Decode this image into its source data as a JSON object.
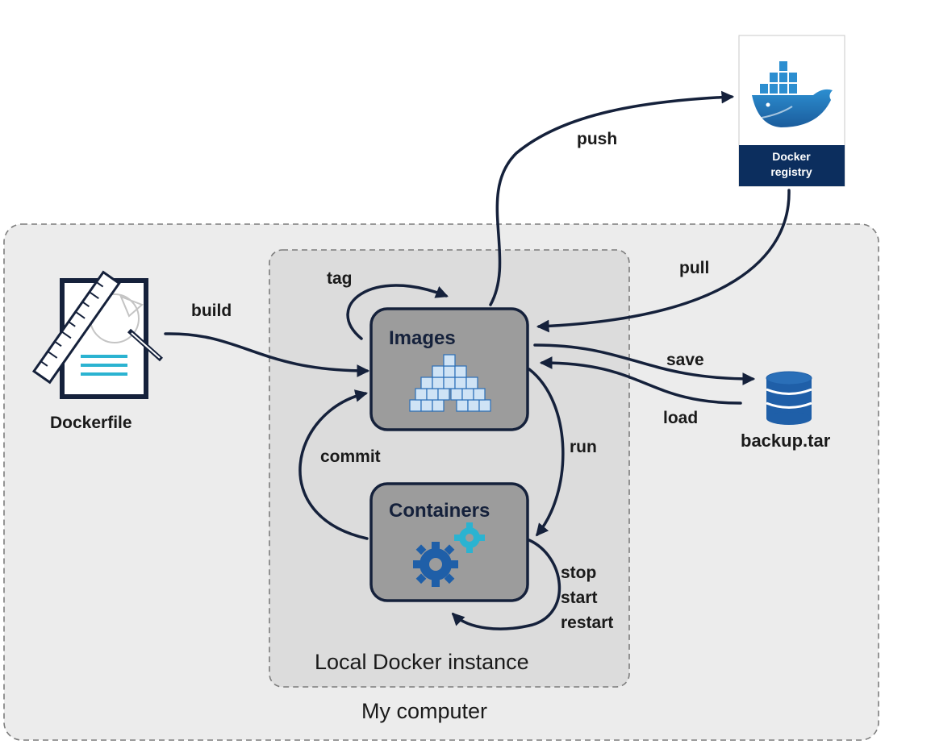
{
  "zones": {
    "my_computer": "My computer",
    "local_docker": "Local Docker instance"
  },
  "nodes": {
    "images": "Images",
    "containers": "Containers",
    "dockerfile": "Dockerfile",
    "backup": "backup.tar",
    "registry_line1": "Docker",
    "registry_line2": "registry"
  },
  "edges": {
    "build": "build",
    "tag": "tag",
    "push": "push",
    "pull": "pull",
    "save": "save",
    "load": "load",
    "run": "run",
    "commit": "commit",
    "stop": "stop",
    "start": "start",
    "restart": "restart"
  },
  "colors": {
    "arrow": "#15213b",
    "zone_fill": "#ececec",
    "box_fill": "#9a9a9a",
    "accent_blue": "#2a6fb8",
    "registry_band": "#0c2e5e"
  }
}
